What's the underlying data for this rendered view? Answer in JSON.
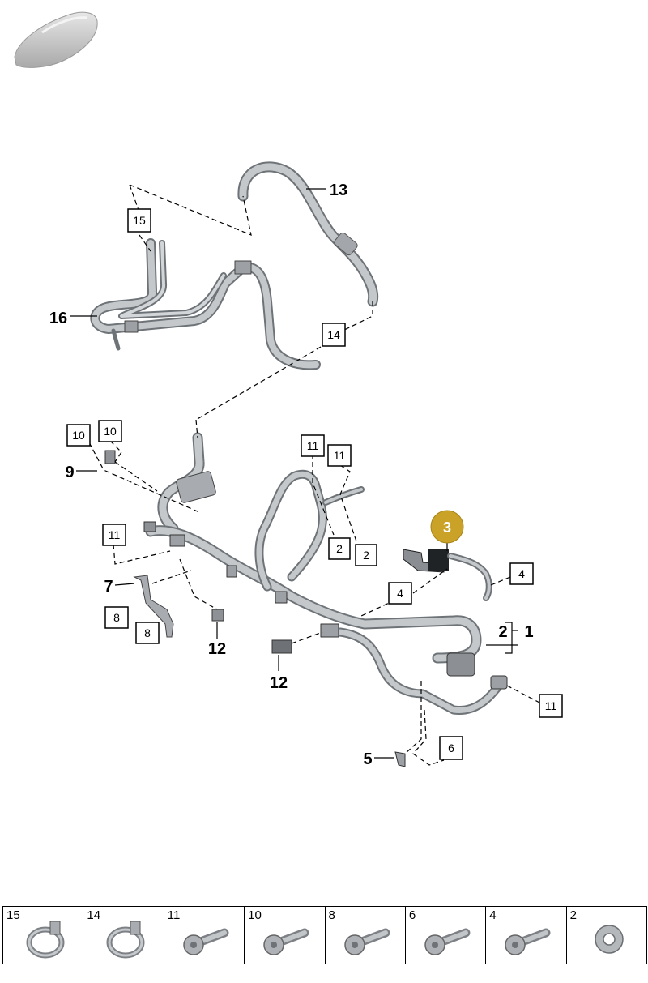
{
  "diagram": {
    "selected_part": "3",
    "callouts": [
      "13",
      "15",
      "16",
      "14",
      "10",
      "10",
      "9",
      "11",
      "11",
      "11",
      "2",
      "2",
      "3",
      "4",
      "4",
      "7",
      "8",
      "8",
      "12",
      "12",
      "2",
      "1",
      "11",
      "5",
      "6"
    ]
  },
  "legend": [
    {
      "part": "15",
      "icon": "hose-clamp-icon"
    },
    {
      "part": "14",
      "icon": "hose-clamp-icon"
    },
    {
      "part": "11",
      "icon": "bolt-icon"
    },
    {
      "part": "10",
      "icon": "bolt-icon"
    },
    {
      "part": "8",
      "icon": "bolt-icon"
    },
    {
      "part": "6",
      "icon": "bolt-icon"
    },
    {
      "part": "4",
      "icon": "bolt-icon"
    },
    {
      "part": "2",
      "icon": "washer-icon"
    }
  ],
  "colors": {
    "selected": "#c9a227",
    "pipe": "#bfc3c6",
    "pipe_edge": "#6e7378"
  }
}
